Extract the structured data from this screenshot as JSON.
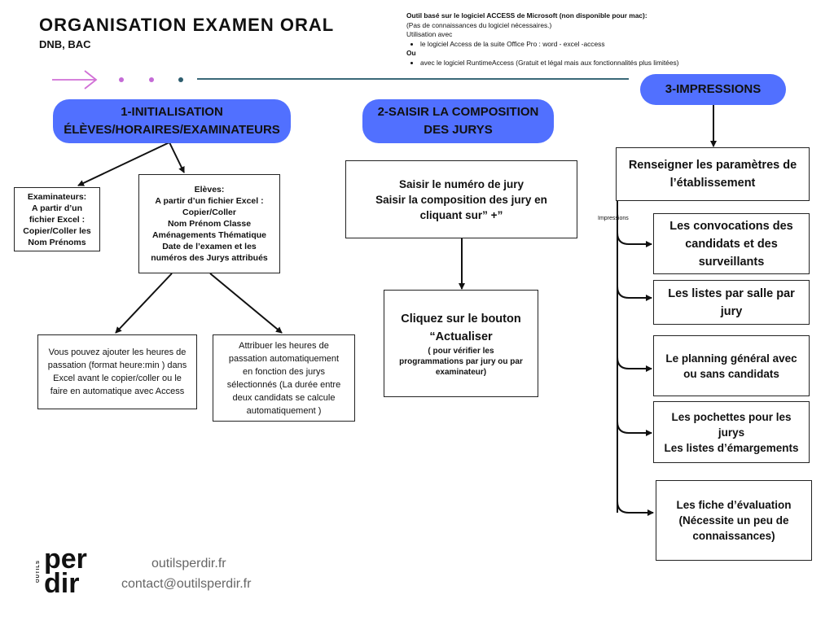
{
  "header": {
    "title": "ORGANISATION EXAMEN ORAL",
    "subtitle": "DNB, BAC"
  },
  "info": {
    "line1": "Outil basé sur le logiciel ACCESS de Microsoft (non disponible pour mac):",
    "line2": "(Pas de connaissances du logiciel nécessaires.)",
    "line3": "Utilisation avec",
    "bullet1": "le logiciel Access de la suite Office Pro : word - excel -access",
    "line4": "Ou",
    "bullet2": "avec le logiciel RuntimeAccess  (Gratuit et légal mais aux fonctionnalités  plus limitées)"
  },
  "colors": {
    "pill": "#5170ff",
    "arrow_pink": "#d16fd6",
    "dot_pink": "#c46bd6",
    "dot_teal": "#2d5d6e",
    "line_teal": "#3a6878"
  },
  "step1": {
    "line1": "1-INITIALISATION",
    "line2": "ÉLÈVES/HORAIRES/EXAMINATEURS"
  },
  "step2": {
    "line1": "2-SAISIR LA COMPOSITION",
    "line2": "DES JURYS"
  },
  "step3": {
    "label": "3-IMPRESSIONS"
  },
  "examinateurs": {
    "line1": "Examinateurs:",
    "line2": "A partir d’un",
    "line3": "fichier Excel :",
    "line4": "Copier/Coller les",
    "line5": "Nom Prénoms"
  },
  "eleves": {
    "line1": "Elèves:",
    "line2": "A partir d’un fichier Excel :",
    "line3": "Copier/Coller",
    "line4": "Nom Prénom Classe",
    "line5": "Aménagements Thématique",
    "line6": "Date de l’examen et les",
    "line7": "numéros des Jurys attribués"
  },
  "heures_manual": {
    "line1": "Vous pouvez ajouter les heures de",
    "line2": "passation (format heure:min ) dans",
    "line3": "Excel avant le copier/coller ou le",
    "line4": "faire en automatique avec Access"
  },
  "heures_auto": {
    "line1": "Attribuer les heures de",
    "line2": "passation automatiquement",
    "line3": "en fonction des jurys",
    "line4": "sélectionnés (La durée entre",
    "line5": "deux candidats se calcule",
    "line6": "automatiquement )"
  },
  "saisir_jury": {
    "line1": "Saisir le numéro de jury",
    "line2": "Saisir la composition des jury en",
    "line3": "cliquant sur” +”"
  },
  "actualiser": {
    "line1": "Cliquez sur le bouton",
    "line2": "“Actualiser",
    "line3": "( pour vérifier les",
    "line4": "programmations par jury ou par",
    "line5": "examinateur)"
  },
  "params": {
    "line1": "Renseigner les paramètres de",
    "line2": "l’établissement"
  },
  "impressions_tag": "Impressions",
  "convocations": {
    "line1": "Les convocations des",
    "line2": "candidats et des",
    "line3": "surveillants"
  },
  "listes_salle": {
    "line1": "Les listes par salle par",
    "line2": "jury"
  },
  "planning": {
    "line1": "Le planning général avec",
    "line2": "ou sans candidats"
  },
  "pochettes": {
    "line1": "Les pochettes pour les",
    "line2": "jurys",
    "line3": "Les listes d’émargements"
  },
  "fiche": {
    "line1": "Les fiche d’évaluation",
    "line2": "(Nécessite un peu de",
    "line3": "connaissances)"
  },
  "footer": {
    "logo_small": "OUTILS",
    "logo_line1": "per",
    "logo_line2": "dir",
    "website": "outilsperdir.fr",
    "email": "contact@outilsperdir.fr"
  }
}
